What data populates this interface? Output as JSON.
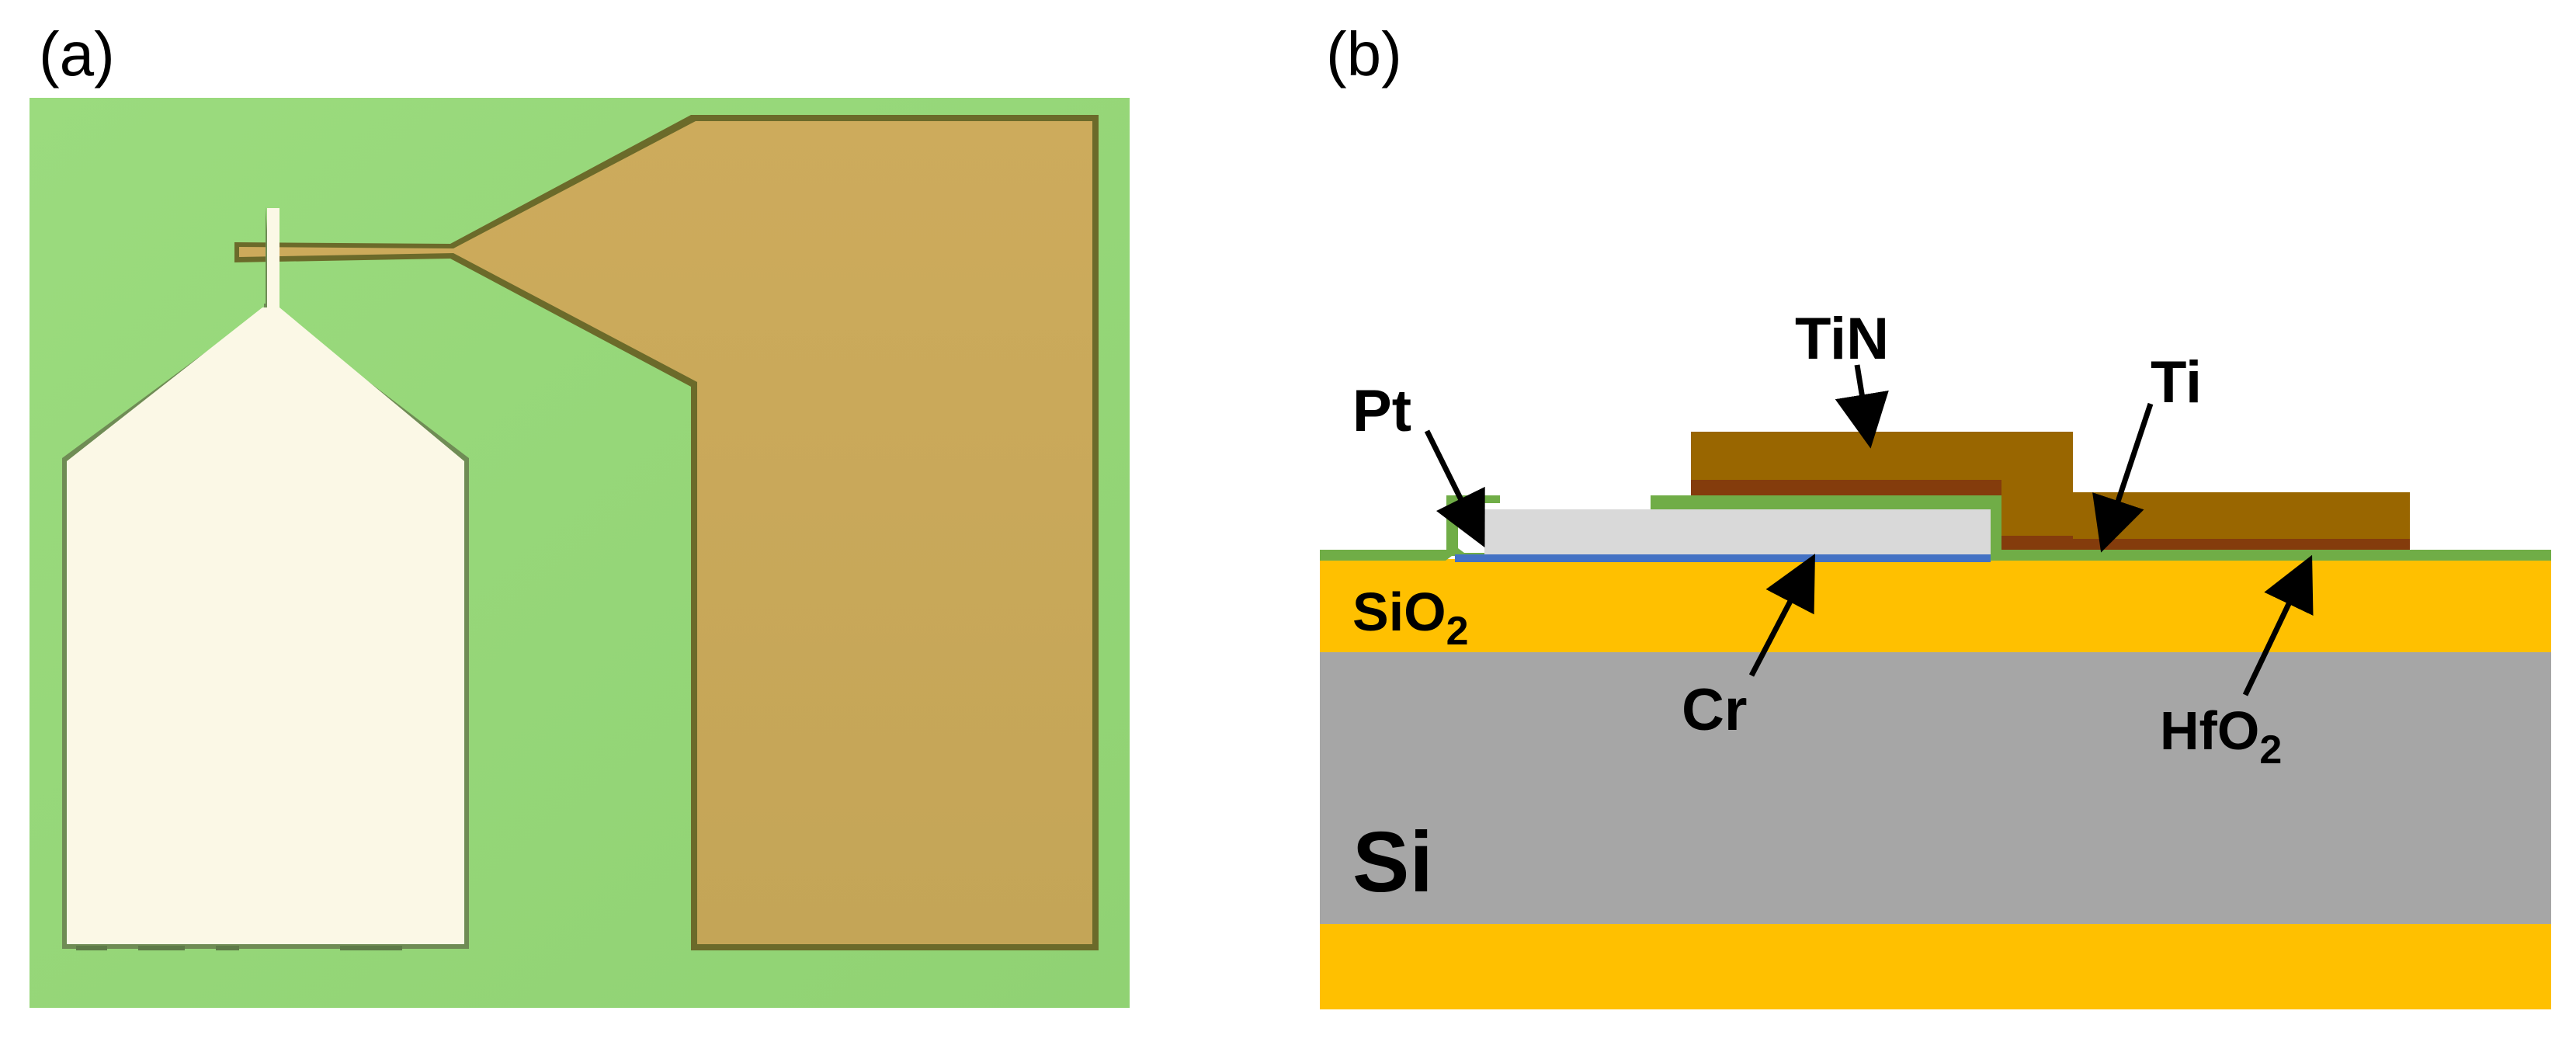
{
  "panels": {
    "a": {
      "label": "(a)"
    },
    "b": {
      "label": "(b)"
    }
  },
  "materials": {
    "pt": "Pt",
    "tin": "TiN",
    "ti": "Ti",
    "sio2_base": "SiO",
    "sio2_sub": "2",
    "cr": "Cr",
    "hfo2_base": "HfO",
    "hfo2_sub": "2",
    "si": "Si"
  },
  "colors": {
    "micrograph_background": "#96d77a",
    "micrograph_left_pad": "#fbf8e6",
    "micrograph_right_pad": "#c8a85a",
    "sio2": "#ffc000",
    "si": "#a6a6a6",
    "hfo2": "#70ad47",
    "pt": "#d9d9d9",
    "cr": "#4472c4",
    "ti": "#843c0c",
    "tin": "#996600"
  }
}
